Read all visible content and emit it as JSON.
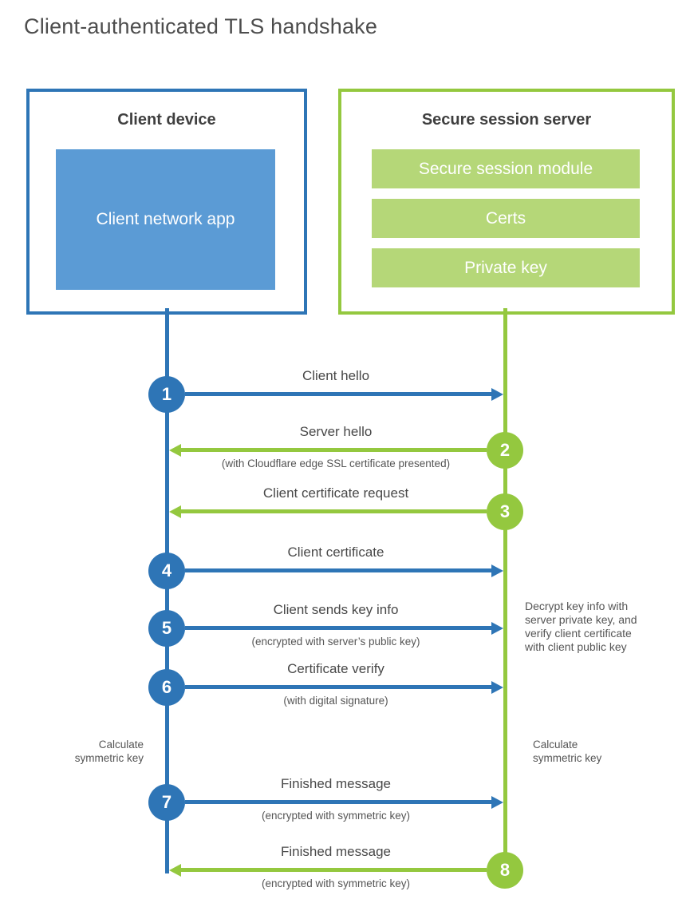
{
  "title": "Client-authenticated TLS handshake",
  "colors": {
    "blue": "#2e75b6",
    "blue-fill": "#5b9bd5",
    "green": "#94c83f",
    "green-fill": "#b5d778"
  },
  "client": {
    "title": "Client device",
    "app_label": "Client network app"
  },
  "server": {
    "title": "Secure session server",
    "modules": [
      "Secure session module",
      "Certs",
      "Private key"
    ]
  },
  "steps": [
    {
      "number": "1",
      "from": "client",
      "label": "Client hello",
      "sublabel": ""
    },
    {
      "number": "2",
      "from": "server",
      "label": "Server hello",
      "sublabel": "(with Cloudflare edge SSL certificate presented)"
    },
    {
      "number": "3",
      "from": "server",
      "label": "Client certificate request",
      "sublabel": ""
    },
    {
      "number": "4",
      "from": "client",
      "label": "Client certificate",
      "sublabel": ""
    },
    {
      "number": "5",
      "from": "client",
      "label": "Client sends key info",
      "sublabel": "(encrypted with server’s public key)"
    },
    {
      "number": "6",
      "from": "client",
      "label": "Certificate verify",
      "sublabel": "(with digital signature)"
    },
    {
      "number": "7",
      "from": "client",
      "label": "Finished message",
      "sublabel": "(encrypted with symmetric key)"
    },
    {
      "number": "8",
      "from": "server",
      "label": "Finished message",
      "sublabel": "(encrypted with symmetric key)"
    }
  ],
  "annotations": {
    "server_note": "Decrypt key info with\nserver private key, and\nverify client certificate\nwith client public key",
    "client_calc": "Calculate\nsymmetric key",
    "server_calc": "Calculate\nsymmetric key"
  }
}
